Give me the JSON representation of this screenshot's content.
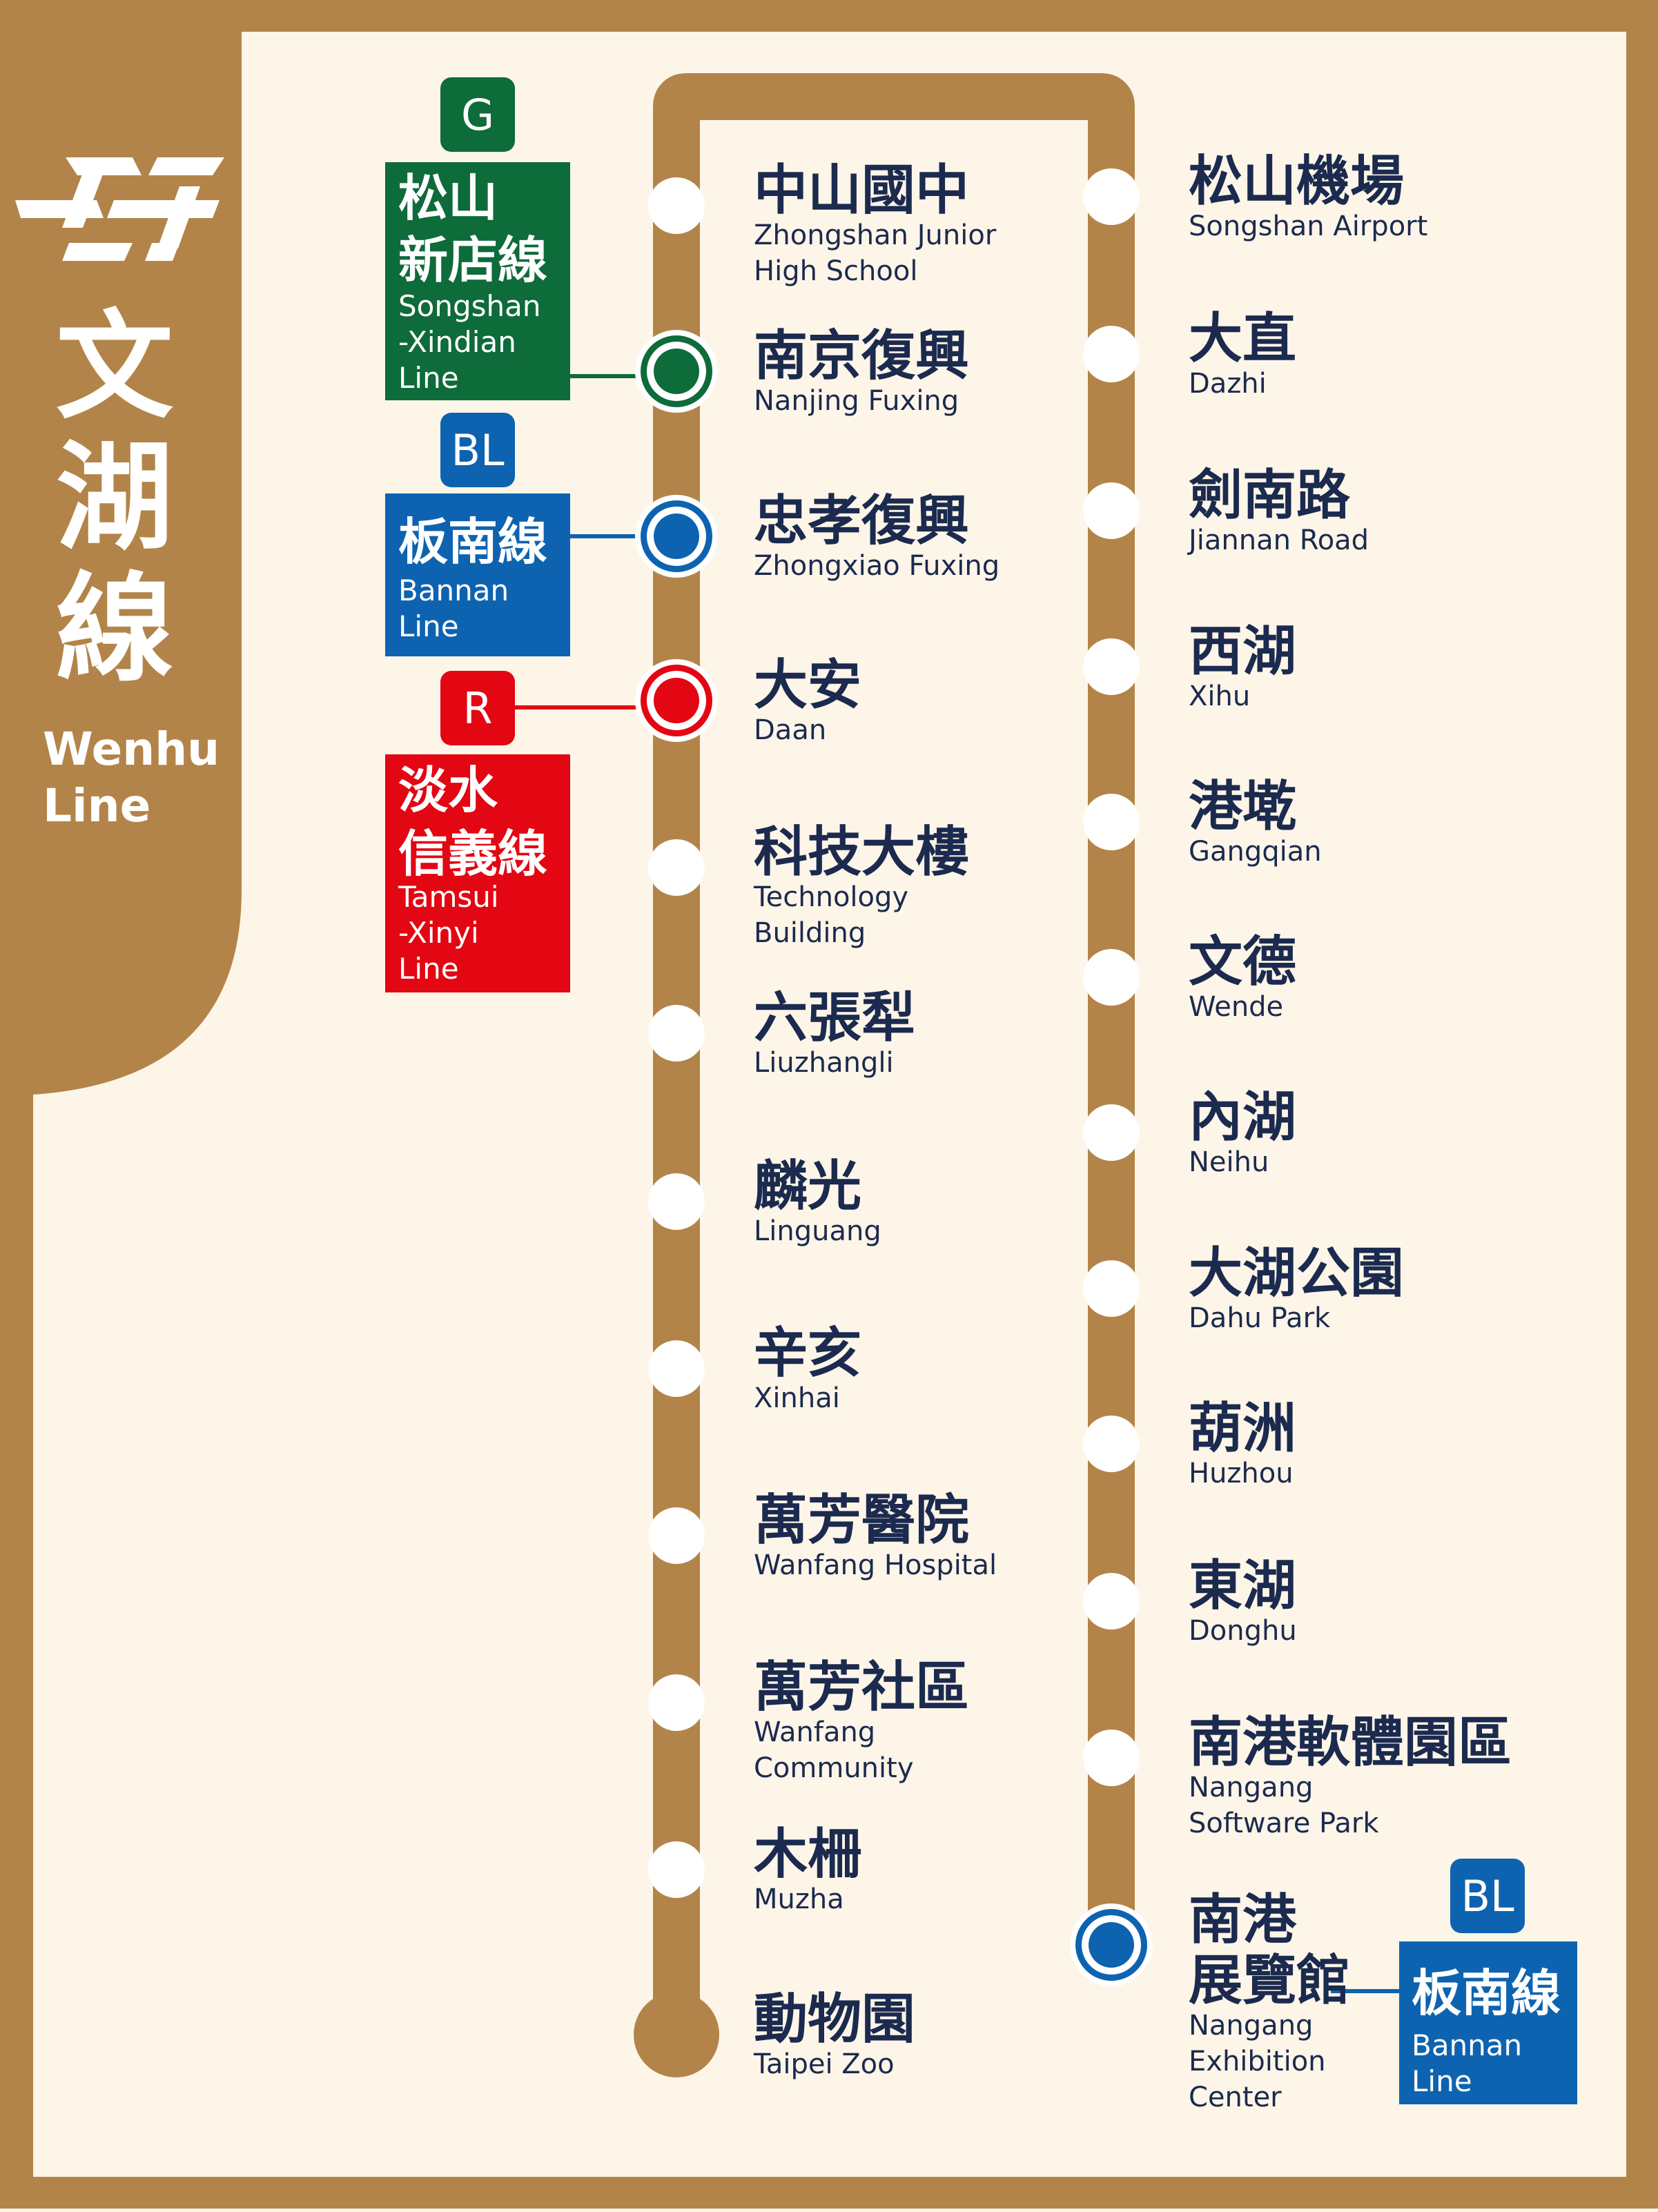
{
  "line": {
    "name_zh": "文湖線",
    "name_en_1": "Wenhu",
    "name_en_2": "Line",
    "color": "#b38449",
    "background": "#fdf5e8"
  },
  "connections": {
    "songshan_xindian": {
      "code": "G",
      "name_zh_1": "松山",
      "name_zh_2": "新店線",
      "en_1": "Songshan",
      "en_2": "-Xindian",
      "en_3": "Line",
      "color": "#0e6b3a"
    },
    "bannan": {
      "code": "BL",
      "name_zh": "板南線",
      "en_1": "Bannan",
      "en_2": "Line",
      "color": "#0e63b0"
    },
    "tamsui_xinyi": {
      "code": "R",
      "name_zh_1": "淡水",
      "name_zh_2": "信義線",
      "en_1": "Tamsui",
      "en_2": "-Xinyi",
      "en_3": "Line",
      "color": "#e30613"
    },
    "bannan_2": {
      "code": "BL",
      "name_zh": "板南線",
      "en_1": "Bannan",
      "en_2": "Line",
      "color": "#0e63b0"
    }
  },
  "stations_left": [
    {
      "zh": "中山國中",
      "en1": "Zhongshan Junior",
      "en2": "High School"
    },
    {
      "zh": "南京復興",
      "en1": "Nanjing Fuxing",
      "transfer": "G"
    },
    {
      "zh": "忠孝復興",
      "en1": "Zhongxiao Fuxing",
      "transfer": "BL"
    },
    {
      "zh": "大安",
      "en1": "Daan",
      "transfer": "R"
    },
    {
      "zh": "科技大樓",
      "en1": "Technology",
      "en2": "Building"
    },
    {
      "zh": "六張犁",
      "en1": "Liuzhangli"
    },
    {
      "zh": "麟光",
      "en1": "Linguang"
    },
    {
      "zh": "辛亥",
      "en1": "Xinhai"
    },
    {
      "zh": "萬芳醫院",
      "en1": "Wanfang Hospital"
    },
    {
      "zh": "萬芳社區",
      "en1": "Wanfang",
      "en2": "Community"
    },
    {
      "zh": "木柵",
      "en1": "Muzha"
    },
    {
      "zh": "動物園",
      "en1": "Taipei Zoo",
      "terminus": true
    }
  ],
  "stations_right": [
    {
      "zh": "松山機場",
      "en1": "Songshan Airport"
    },
    {
      "zh": "大直",
      "en1": "Dazhi"
    },
    {
      "zh": "劍南路",
      "en1": "Jiannan Road"
    },
    {
      "zh": "西湖",
      "en1": "Xihu"
    },
    {
      "zh": "港墘",
      "en1": "Gangqian"
    },
    {
      "zh": "文德",
      "en1": "Wende"
    },
    {
      "zh": "內湖",
      "en1": "Neihu"
    },
    {
      "zh": "大湖公園",
      "en1": "Dahu Park"
    },
    {
      "zh": "葫洲",
      "en1": "Huzhou"
    },
    {
      "zh": "東湖",
      "en1": "Donghu"
    },
    {
      "zh": "南港軟體園區",
      "en1": "Nangang",
      "en2": "Software Park"
    },
    {
      "zh1": "南港",
      "zh2": "展覽館",
      "en1": "Nangang",
      "en2": "Exhibition",
      "en3": "Center",
      "transfer": "BL",
      "terminus": true
    }
  ]
}
